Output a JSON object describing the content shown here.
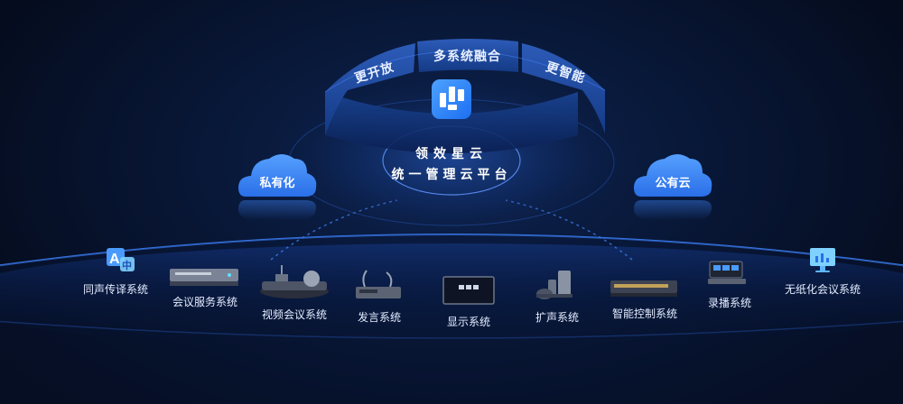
{
  "ring": {
    "left_label": "更开放",
    "center_label": "多系统融合",
    "right_label": "更智能"
  },
  "platform": {
    "title_line1": "领效星云",
    "title_line2": "统一管理云平台",
    "logo_icon": "cloud-platform-logo-icon"
  },
  "clouds": {
    "left": "私有化",
    "right": "公有云"
  },
  "systems": [
    {
      "label": "同声传译系统",
      "icon": "translate-icon"
    },
    {
      "label": "会议服务系统",
      "icon": "rack-server-icon"
    },
    {
      "label": "视频会议系统",
      "icon": "video-conference-terminal-icon"
    },
    {
      "label": "发言系统",
      "icon": "microphone-unit-icon"
    },
    {
      "label": "显示系统",
      "icon": "display-screen-icon"
    },
    {
      "label": "扩声系统",
      "icon": "speaker-system-icon"
    },
    {
      "label": "智能控制系统",
      "icon": "control-host-icon"
    },
    {
      "label": "录播系统",
      "icon": "recording-device-icon"
    },
    {
      "label": "无纸化会议系统",
      "icon": "paperless-monitor-icon"
    }
  ],
  "colors": {
    "background": "#07122b",
    "accent": "#2f7cf6",
    "cloud": "#3a86f5",
    "text": "#ffffff"
  }
}
